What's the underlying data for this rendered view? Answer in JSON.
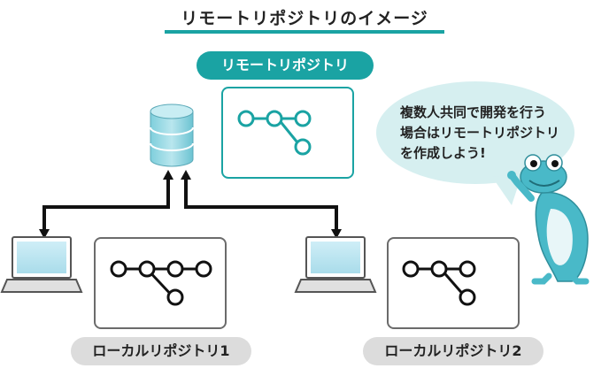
{
  "title": "リモートリポジトリのイメージ",
  "remote_label": "リモートリポジトリ",
  "local_label_1": "ローカルリポジトリ1",
  "local_label_2": "ローカルリポジトリ2",
  "speech": {
    "line1": "複数人共同で開発を行う",
    "line2": "場合はリモートリポジトリ",
    "line3": "を作成しよう!"
  },
  "colors": {
    "teal": "#1aa3a3",
    "gray_box": "#6b6b6b",
    "pill_gray": "#dcdcdc",
    "bubble": "#d6eff0",
    "frog": "#49b9c8"
  },
  "icons": [
    "database-icon",
    "laptop-icon",
    "frog-mascot-icon",
    "commit-graph-icon"
  ]
}
